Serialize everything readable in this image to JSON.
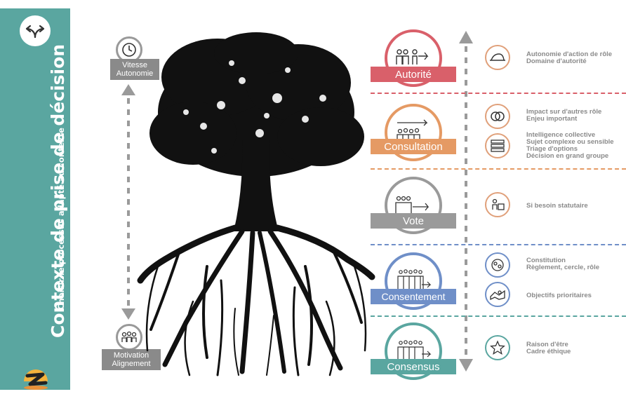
{
  "sidebar": {
    "title": "Contexte de prise de décision",
    "subtitle": "Choisir le processus adapté au contexte",
    "top_icon": "arrows-diverging-icon",
    "logo_icon": "z-logo-icon",
    "background": "#5aa6a0"
  },
  "left_axis": {
    "top_label": [
      "Vitesse",
      "Autonomie"
    ],
    "bottom_label": [
      "Motivation",
      "Alignement"
    ],
    "top_icon": "clock-icon",
    "bottom_icon": "crowd-icon"
  },
  "levels": [
    {
      "label": "Autorité",
      "color": "#d9606a",
      "icon": "person-arrow-icon"
    },
    {
      "label": "Consultation",
      "color": "#e59a64",
      "icon": "group-arrow-icon"
    },
    {
      "label": "Vote",
      "color": "#9a9a9a",
      "icon": "vote-icon"
    },
    {
      "label": "Consentement",
      "color": "#6f8fc8",
      "icon": "crowd-arrow-icon"
    },
    {
      "label": "Consensus",
      "color": "#5aa6a0",
      "icon": "team-arrow-icon"
    }
  ],
  "right": {
    "autorite": {
      "icon": "hat-icon",
      "lines": [
        "Autonomie d'action de rôle",
        "Domaine d'autorité"
      ]
    },
    "consultation1": {
      "icon": "rings-icon",
      "lines": [
        "Impact sur d'autres rôle",
        "Enjeu important"
      ]
    },
    "consultation2": {
      "icon": "stack-icon",
      "lines": [
        "Intelligence collective",
        "Sujet complexe ou sensible",
        "Triage d'options",
        "Décision en grand groupe"
      ]
    },
    "vote": {
      "icon": "ballot-icon",
      "lines": [
        "Si besoin statutaire"
      ]
    },
    "consentement1": {
      "icon": "cell-icon",
      "lines": [
        "Constitution",
        "Règlement, cercle, rôle"
      ]
    },
    "consentement2": {
      "icon": "map-icon",
      "lines": [
        "Objectifs prioritaires"
      ]
    },
    "consensus": {
      "icon": "star-icon",
      "lines": [
        "Raison d'être",
        "Cadre éthique"
      ]
    }
  }
}
